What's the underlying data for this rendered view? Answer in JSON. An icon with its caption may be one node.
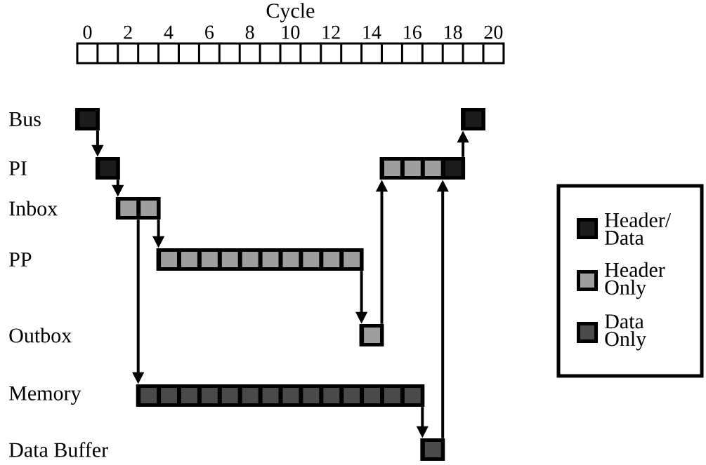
{
  "diagram": {
    "nodes": [
      {
        "text": [],
        "shape": "bar"
      },
      {
        "text": [],
        "shape": "bar"
      },
      {
        "text": [],
        "shape": "bar"
      },
      {
        "text": [],
        "shape": "bar"
      },
      {
        "text": [],
        "shape": "bar"
      },
      {
        "text": [],
        "shape": "bar"
      },
      {
        "text": [],
        "shape": "bar"
      },
      {
        "text": [],
        "shape": "bar"
      },
      {
        "text": [],
        "shape": "bar"
      }
    ],
    "edges": [
      {
        "from": 0,
        "to": 2,
        "arrow": "to"
      },
      {
        "from": 2,
        "to": 4,
        "arrow": "to"
      },
      {
        "from": 4,
        "to": 5,
        "arrow": "to"
      },
      {
        "from": 4,
        "to": 7,
        "arrow": "to"
      },
      {
        "from": 5,
        "to": 6,
        "arrow": "to"
      },
      {
        "from": 6,
        "to": 3,
        "arrow": "to"
      },
      {
        "from": 7,
        "to": 8,
        "arrow": "to"
      },
      {
        "from": 8,
        "to": 3,
        "arrow": "to"
      },
      {
        "from": 3,
        "to": 1,
        "arrow": "to"
      }
    ],
    "labels": [
      "Cycle",
      "0",
      "2",
      "4",
      "6",
      "8",
      "10",
      "12",
      "14",
      "16",
      "18",
      "20",
      "Bus",
      "PI",
      "Inbox",
      "PP",
      "Outbox",
      "Memory",
      "Data Buffer"
    ],
    "legend": [
      {
        "text": "Header/ Data",
        "color": "#1c1c1c"
      },
      {
        "text": "Header Only",
        "color": "#9e9e9e"
      },
      {
        "text": "Data Only",
        "color": "#4a4a4a"
      }
    ]
  }
}
